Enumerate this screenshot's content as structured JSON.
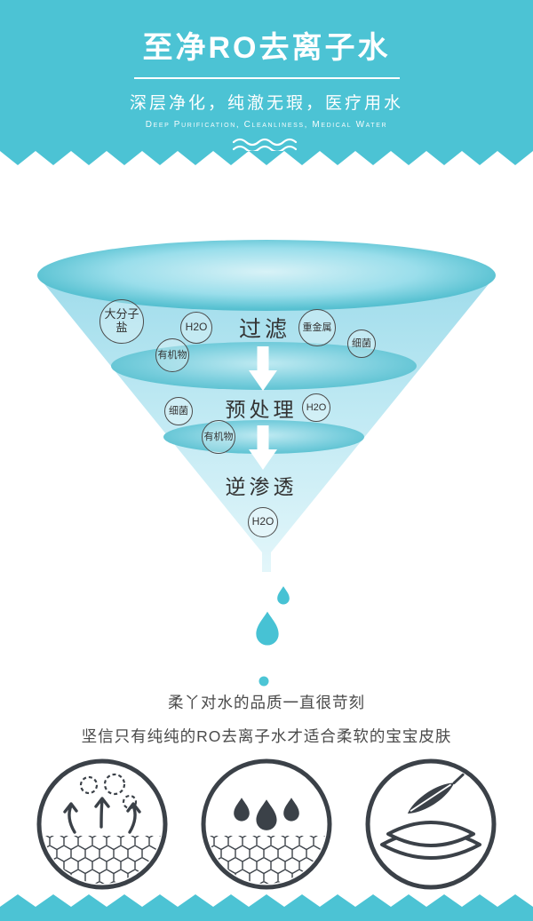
{
  "header": {
    "title": "至净RO去离子水",
    "subtitle": "深层净化，纯澈无瑕，医疗用水",
    "subtitle_en": "Deep Purification, Cleanliness, Medical Water"
  },
  "funnel": {
    "stages": [
      {
        "label": "过滤"
      },
      {
        "label": "预处理"
      },
      {
        "label": "逆渗透"
      }
    ],
    "bubbles": {
      "s1_salt": "大分子盐",
      "s1_h2o": "H2O",
      "s1_heavy_metal": "重金属",
      "s1_bacteria": "细菌",
      "s1_organic": "有机物",
      "s2_bacteria": "细菌",
      "s2_h2o": "H2O",
      "s2_organic": "有机物",
      "s3_h2o": "H2O"
    }
  },
  "caption": {
    "line1": "柔丫对水的品质一直很苛刻",
    "line2": "坚信只有纯纯的RO去离子水才适合柔软的宝宝皮肤"
  },
  "icons": [
    {
      "name": "breathable-mesh-icon"
    },
    {
      "name": "moisture-drops-icon"
    },
    {
      "name": "soft-feather-icon"
    }
  ],
  "colors": {
    "accent_teal": "#4cc3d4",
    "funnel_light_blue": "#bfe9f3",
    "icon_dark": "#3b4148"
  }
}
